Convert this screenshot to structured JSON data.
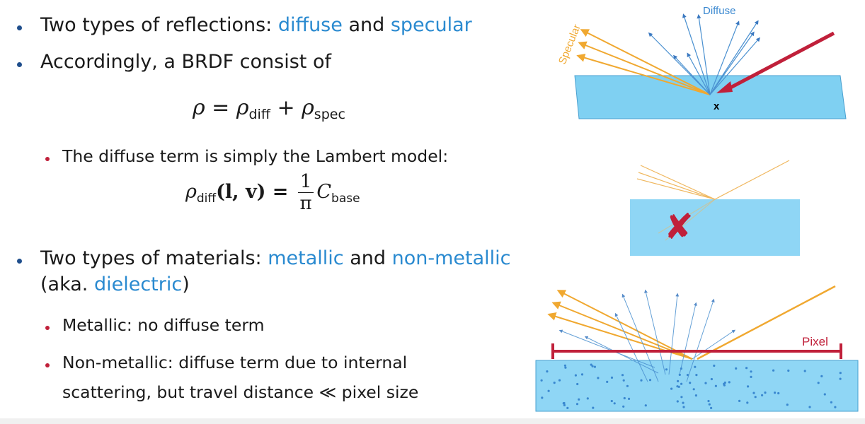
{
  "bullets": {
    "b1": {
      "prefix": "Two types of reflections: ",
      "diffuse": "diffuse",
      "and": " and ",
      "specular": "specular"
    },
    "b2": "Accordingly, a BRDF consist of",
    "formula1": {
      "lhs": "ρ",
      "eq": " = ",
      "t1": "ρ",
      "t1sub": "diff",
      "plus": " + ",
      "t2": "ρ",
      "t2sub": "spec"
    },
    "b2a": "The diffuse term is simply the Lambert model:",
    "formula2": {
      "rho": "ρ",
      "sub": "diff",
      "args": "(l, v) = ",
      "num": "1",
      "den": "π",
      "c": "C",
      "csub": "base"
    },
    "b3": {
      "prefix": "Two types of materials: ",
      "metallic": "metallic",
      "and": " and ",
      "nonmetallic": "non-metallic",
      "line2a": "(aka. ",
      "dielectric": "dielectric",
      "line2b": ")"
    },
    "b3a": "Metallic: no diffuse term",
    "b3b_1": "Non-metallic: diffuse term due to internal",
    "b3b_2": "scattering, but travel distance ≪ pixel size"
  },
  "diagrams": {
    "top": {
      "diffuse_label": "Diffuse",
      "specular_label": "Specular",
      "point_label": "x"
    },
    "bottom": {
      "pixel_label": "Pixel"
    }
  },
  "colors": {
    "accent": "#2a8ad0",
    "specular": "#f0a830",
    "incident": "#c0203a",
    "surface": "#7fd0f2"
  }
}
